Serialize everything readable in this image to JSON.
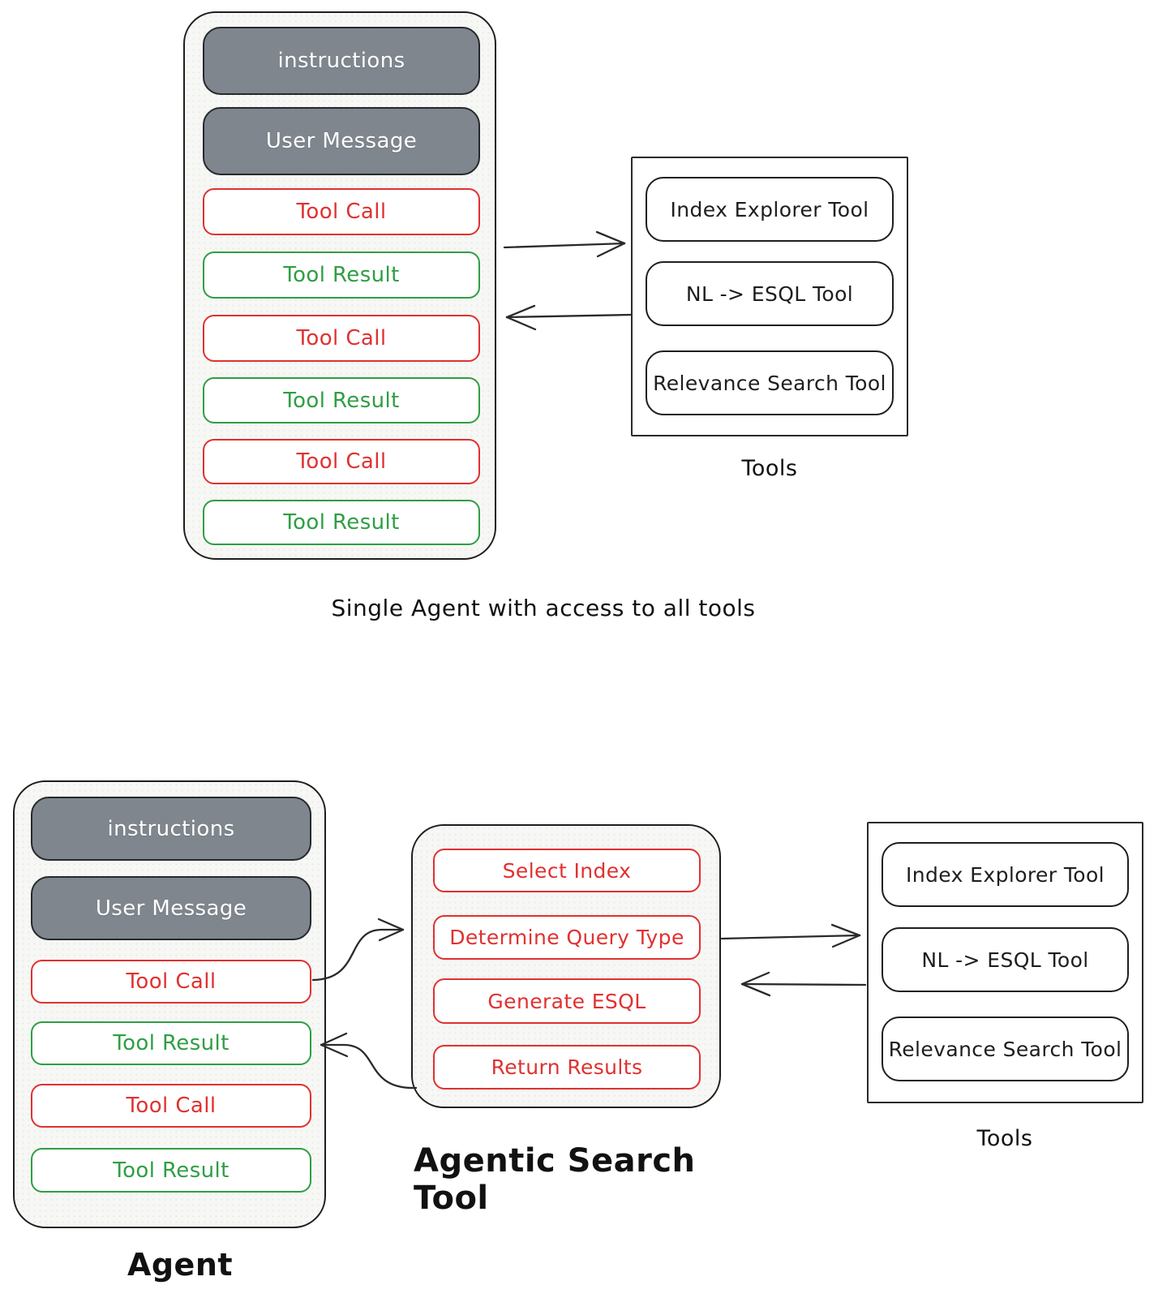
{
  "colors": {
    "stroke": "#1e1e1e",
    "red": "#e03131",
    "green": "#2f9e44",
    "gray_fill": "#7f868e",
    "panel_fill": "#f7f8f5"
  },
  "top_diagram": {
    "agent": {
      "rows": [
        {
          "label": "instructions",
          "kind": "system"
        },
        {
          "label": "User Message",
          "kind": "system"
        },
        {
          "label": "Tool Call",
          "kind": "call"
        },
        {
          "label": "Tool Result",
          "kind": "result"
        },
        {
          "label": "Tool Call",
          "kind": "call"
        },
        {
          "label": "Tool Result",
          "kind": "result"
        },
        {
          "label": "Tool Call",
          "kind": "call"
        },
        {
          "label": "Tool Result",
          "kind": "result"
        }
      ]
    },
    "tools": {
      "items": [
        "Index Explorer Tool",
        "NL -> ESQL Tool",
        "Relevance Search Tool"
      ],
      "label": "Tools"
    },
    "caption": "Single Agent with access to all tools"
  },
  "bottom_diagram": {
    "agent": {
      "rows": [
        {
          "label": "instructions",
          "kind": "system"
        },
        {
          "label": "User Message",
          "kind": "system"
        },
        {
          "label": "Tool Call",
          "kind": "call"
        },
        {
          "label": "Tool Result",
          "kind": "result"
        },
        {
          "label": "Tool Call",
          "kind": "call"
        },
        {
          "label": "Tool Result",
          "kind": "result"
        }
      ],
      "caption": "Agent"
    },
    "agentic_tool": {
      "steps": [
        "Select Index",
        "Determine Query Type",
        "Generate ESQL",
        "Return Results"
      ],
      "caption": "Agentic Search Tool"
    },
    "tools": {
      "items": [
        "Index Explorer Tool",
        "NL -> ESQL Tool",
        "Relevance Search Tool"
      ],
      "label": "Tools"
    }
  }
}
